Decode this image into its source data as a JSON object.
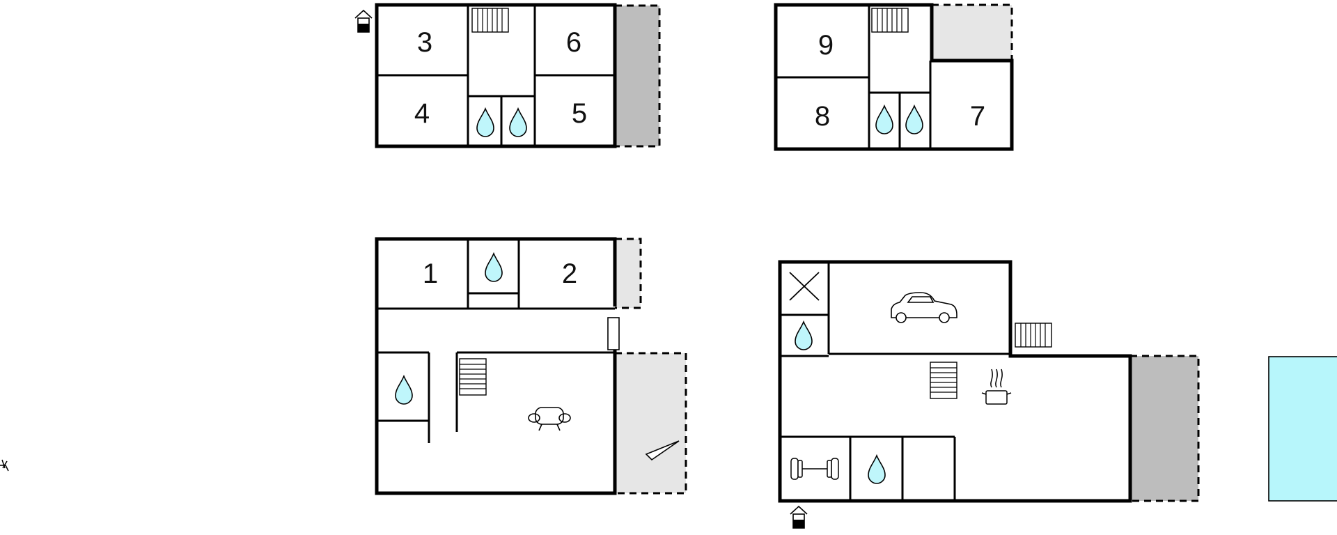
{
  "colors": {
    "wall": "#000000",
    "terrace_dark": "#bdbdbd",
    "terrace_light": "#e6e6e6",
    "water": "#bff6fb",
    "pool": "#b7f6fb"
  },
  "floors": {
    "upper_left": {
      "rooms": [
        {
          "label": "3"
        },
        {
          "label": "4"
        },
        {
          "label": "6"
        },
        {
          "label": "5"
        }
      ],
      "icons": [
        "staircase-icon",
        "water-drop-icon",
        "water-drop-icon",
        "entrance-icon"
      ]
    },
    "upper_right": {
      "rooms": [
        {
          "label": "9"
        },
        {
          "label": "8"
        },
        {
          "label": "7"
        }
      ],
      "icons": [
        "staircase-icon",
        "water-drop-icon",
        "water-drop-icon"
      ]
    },
    "ground_left": {
      "rooms": [
        {
          "label": "1"
        },
        {
          "label": "2"
        }
      ],
      "icons": [
        "water-drop-icon",
        "water-drop-icon",
        "staircase-icon",
        "sofa-icon",
        "fireplace-icon",
        "door-icon"
      ]
    },
    "ground_right": {
      "icons": [
        "storage-x-icon",
        "water-drop-icon",
        "car-icon",
        "staircase-icon",
        "staircase-icon",
        "cooking-pot-icon",
        "dumbbell-icon",
        "water-drop-icon",
        "entrance-icon"
      ]
    }
  },
  "outdoor": {
    "icons": [
      "pool",
      "garden-icon"
    ]
  }
}
